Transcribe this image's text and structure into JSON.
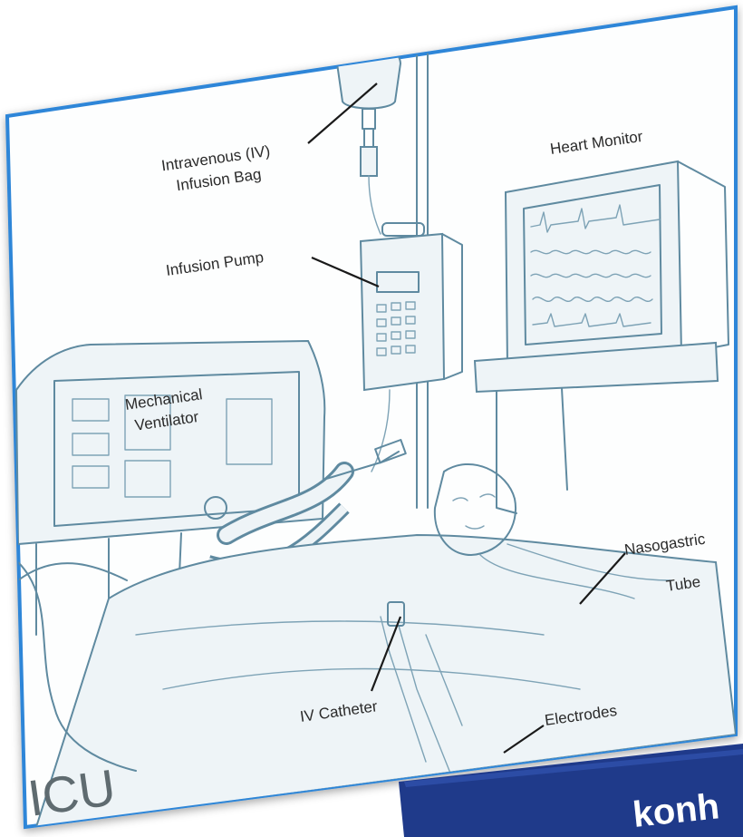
{
  "labels": {
    "iv_bag_line1": "Intravenous (IV)",
    "iv_bag_line2": "Infusion Bag",
    "infusion_pump": "Infusion Pump",
    "heart_monitor": "Heart Monitor",
    "ventilator_line1": "Mechanical",
    "ventilator_line2": "Ventilator",
    "nasogastric_line1": "Nasogastric",
    "nasogastric_line2": "Tube",
    "iv_catheter": "IV Catheter",
    "electrodes": "Electrodes",
    "unit_caption": "ICU",
    "banner_text": "konh"
  },
  "colors": {
    "frame_border": "#2e86d8",
    "sketch_stroke": "#5f8aa0",
    "caption": "#5f6b70",
    "banner_fill": "#1f3a8a",
    "banner_text": "#ffffff"
  }
}
